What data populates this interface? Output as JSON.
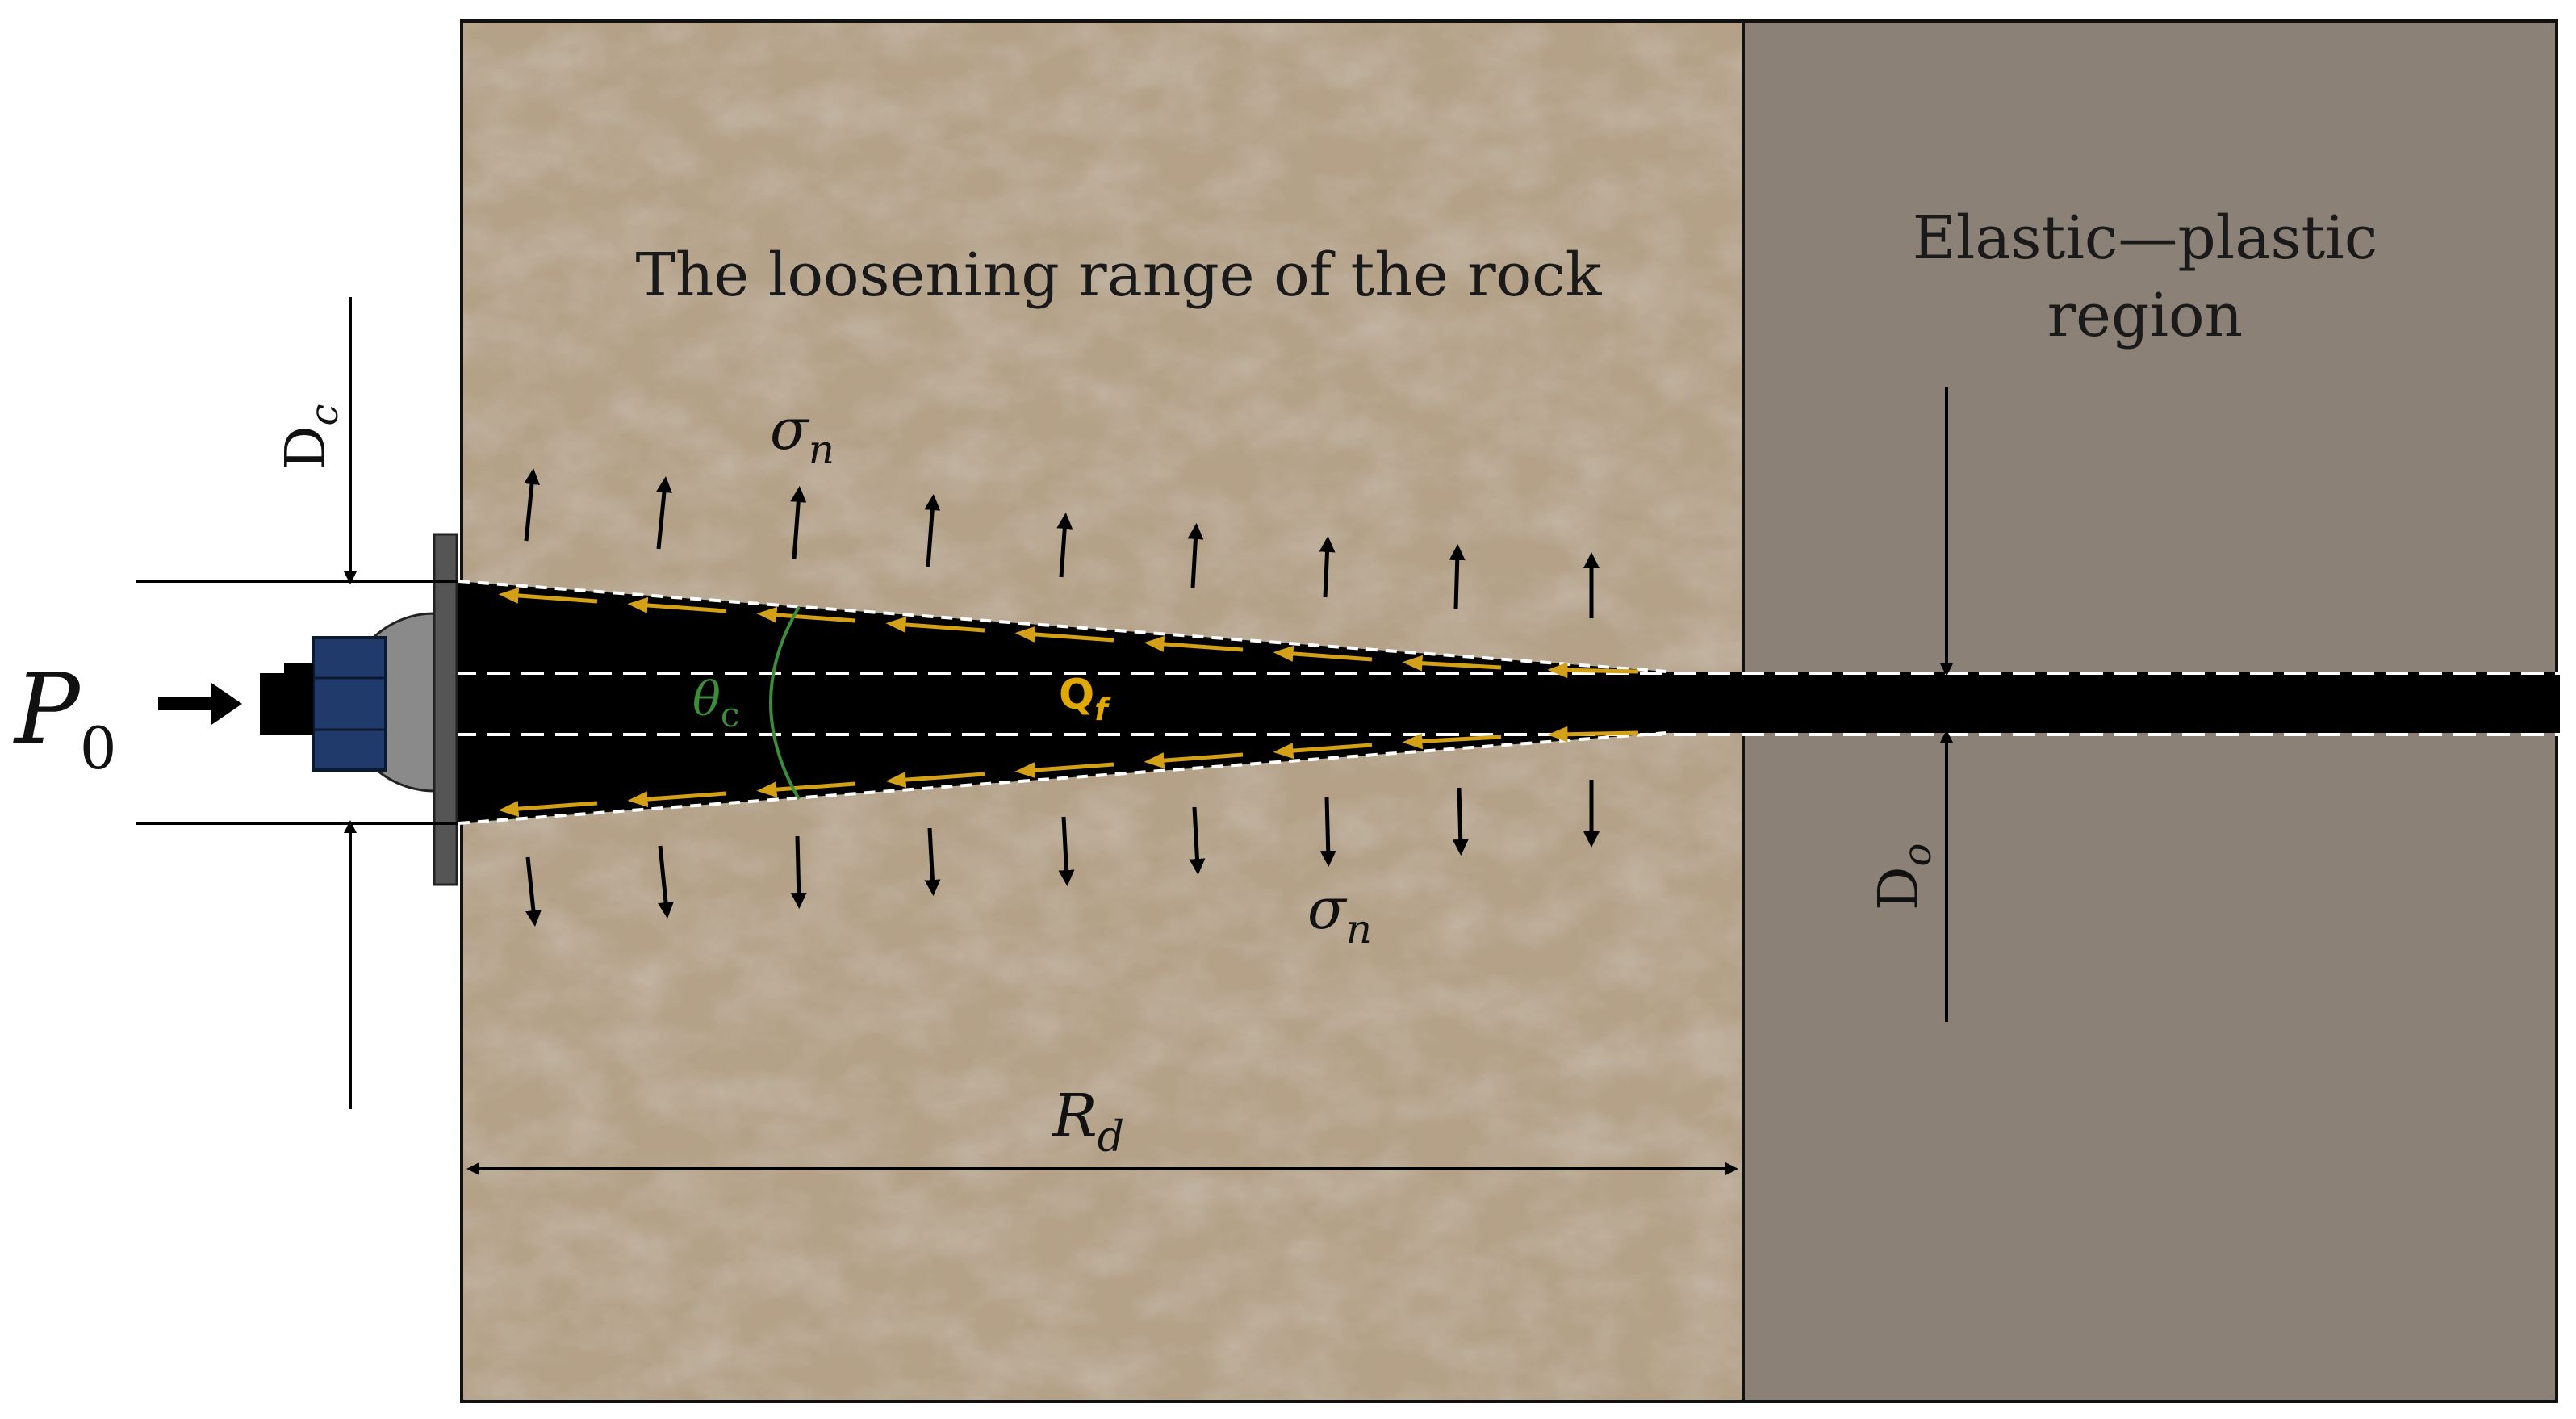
{
  "labels": {
    "loosening_range": "The loosening range of the rock",
    "elastic_plastic_line1": "Elastic—plastic",
    "elastic_plastic_line2": "region",
    "P": "P",
    "P_sub": "0",
    "Dc": "D",
    "Dc_sub": "c",
    "Do": "D",
    "Do_sub": "o",
    "sigma_top": "σ",
    "sigma_top_sub": "n",
    "sigma_bottom": "σ",
    "sigma_bottom_sub": "n",
    "theta": "θ",
    "theta_sub": "c",
    "Q": "Q",
    "Q_sub": "f",
    "Rd": "R",
    "Rd_sub": "d"
  },
  "colors": {
    "loose_rock": "#b4a188",
    "loose_rock_texture": "#9a876f",
    "elastic_region": "#8b8177",
    "borehole": "#000000",
    "grout_arrows": "#d4a017",
    "theta_arc": "#3c8c3c",
    "Q_label": "#e0a800",
    "anchor_plate": "#1f3a6b",
    "bearing_plate": "#555555",
    "dome": "#8a8a8a"
  }
}
